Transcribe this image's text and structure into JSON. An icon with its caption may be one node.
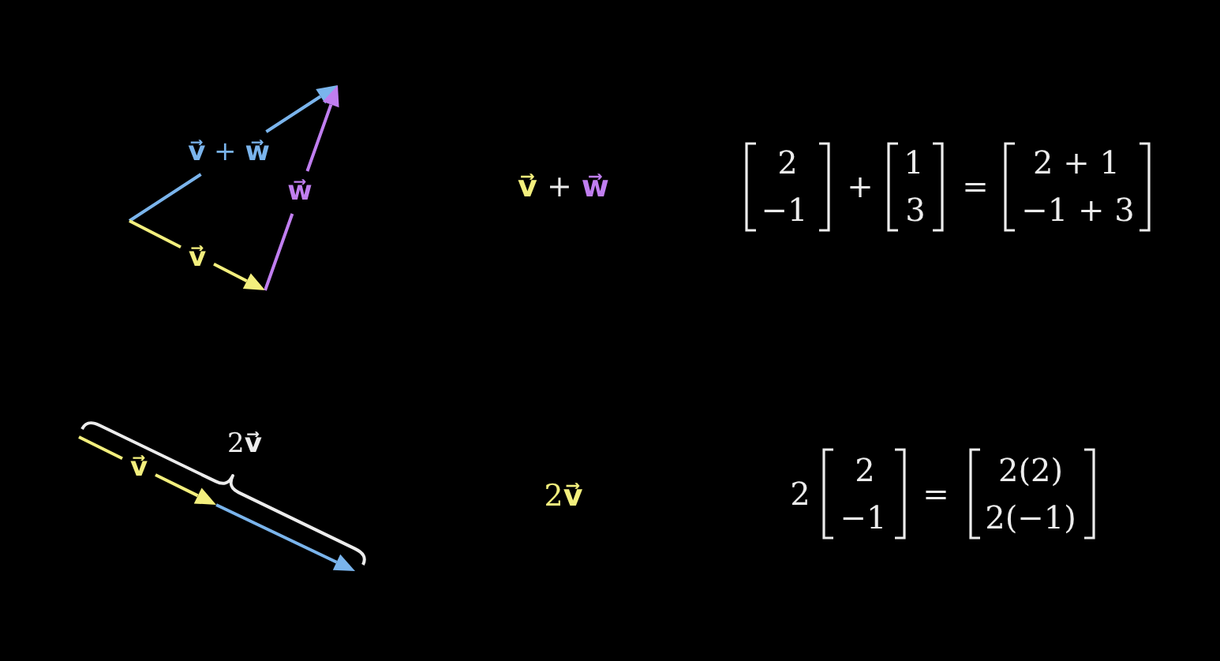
{
  "diagram": {
    "labels": [
      "**v⃗** + **w⃗**",
      "w⃗",
      "v⃗",
      "**v⃗** + **w⃗**",
      "2",
      "−1",
      "+",
      "1",
      "3",
      "=",
      "2 + 1",
      "−1 + 3",
      "2**v⃗**",
      "v⃗",
      "2**v⃗**",
      "2",
      "2",
      "−1",
      "=",
      "2(2)",
      "2(−1)"
    ]
  }
}
